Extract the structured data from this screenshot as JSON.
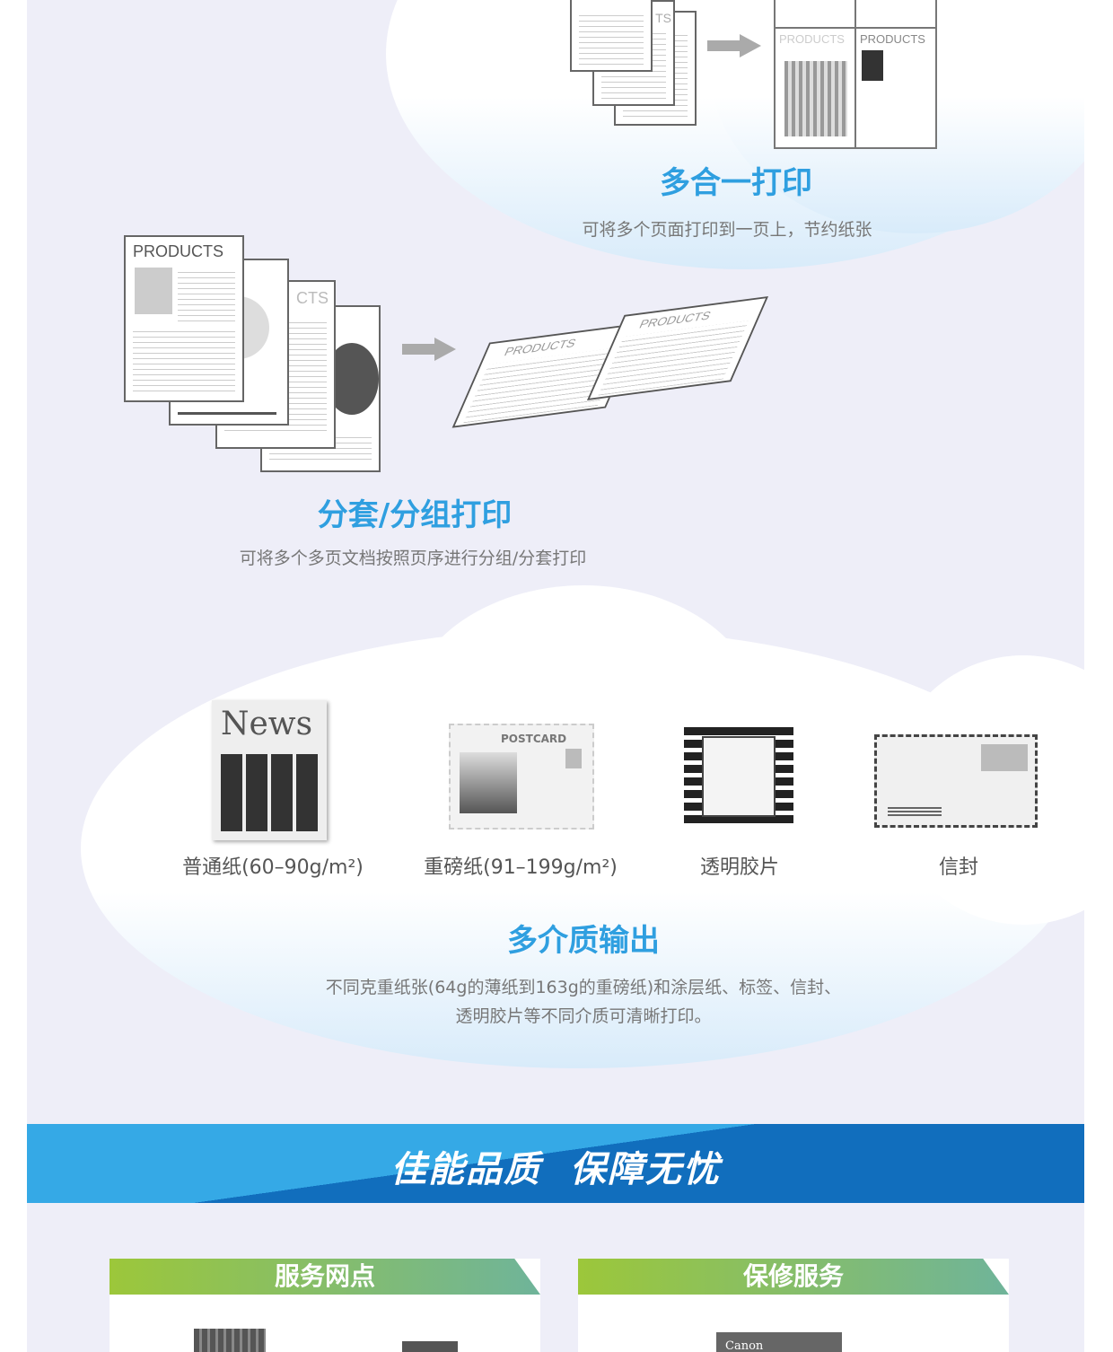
{
  "features": [
    {
      "title": "多合一打印",
      "desc": "可将多个页面打印到一页上，节约纸张"
    },
    {
      "title": "分套/分组打印",
      "desc": "可将多个多页文档按照页序进行分组/分套打印"
    },
    {
      "title": "多介质输出",
      "desc_line1": "不同克重纸张(64g的薄纸到163g的重磅纸)和涂层纸、标签、信封、",
      "desc_line2": "透明胶片等不同介质可清晰打印。"
    }
  ],
  "illustration_text": {
    "products": "PRODUCTS",
    "cts": "CTS",
    "ts": "TS",
    "news": "News",
    "postcard": "POSTCARD",
    "canon": "Canon"
  },
  "media": [
    {
      "label": "普通纸(60–90g/m²)",
      "icon": "newspaper-icon"
    },
    {
      "label": "重磅纸(91–199g/m²)",
      "icon": "postcard-icon"
    },
    {
      "label": "透明胶片",
      "icon": "film-icon"
    },
    {
      "label": "信封",
      "icon": "envelope-icon"
    }
  ],
  "banner": {
    "title": "佳能品质  保障无忧"
  },
  "cards": [
    {
      "title": "服务网点"
    },
    {
      "title": "保修服务"
    }
  ],
  "colors": {
    "accent": "#2f9fe0",
    "banner_dark": "#116ebd",
    "banner_light": "#35a9e6",
    "card_green": "#9cc73a"
  }
}
